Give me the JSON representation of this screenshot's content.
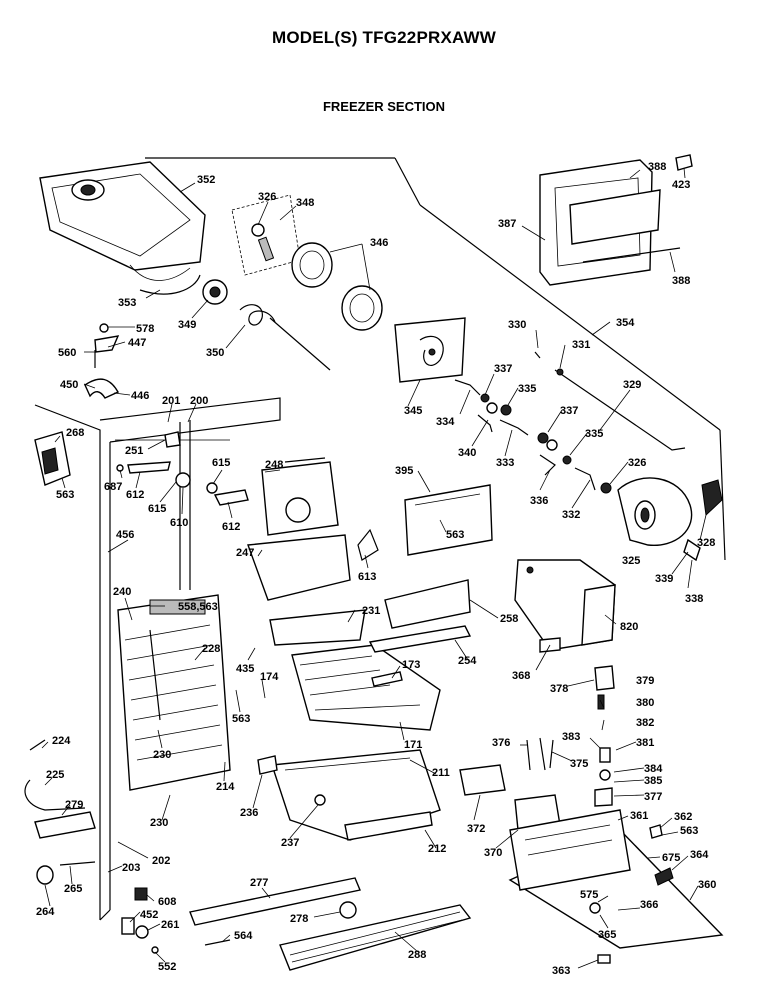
{
  "header": {
    "title": "MODEL(S) TFG22PRXAWW",
    "section": "FREEZER SECTION"
  },
  "parts": {
    "p352": "352",
    "p326a": "326",
    "p348": "348",
    "p346": "346",
    "p353": "353",
    "p349": "349",
    "p350": "350",
    "p578": "578",
    "p447": "447",
    "p560": "560",
    "p450": "450",
    "p446": "446",
    "p201": "201",
    "p200": "200",
    "p268": "268",
    "p251": "251",
    "p687": "687",
    "p612a": "612",
    "p615a": "615",
    "p615b": "615",
    "p610": "610",
    "p612b": "612",
    "p248": "248",
    "p563a": "563",
    "p456": "456",
    "p247": "247",
    "p613": "613",
    "p240": "240",
    "p558": "558,563",
    "p228": "228",
    "p231": "231",
    "p435": "435",
    "p174": "174",
    "p563b": "563",
    "p230a": "230",
    "p224": "224",
    "p225": "225",
    "p279": "279",
    "p230b": "230",
    "p214": "214",
    "p236": "236",
    "p237": "237",
    "p202": "202",
    "p203": "203",
    "p265": "265",
    "p264": "264",
    "p608": "608",
    "p452": "452",
    "p261": "261",
    "p564": "564",
    "p552": "552",
    "p277": "277",
    "p278": "278",
    "p288": "288",
    "p211": "211",
    "p212": "212",
    "p173": "173",
    "p171": "171",
    "p258": "258",
    "p254": "254",
    "p395": "395",
    "p563c": "563",
    "p345": "345",
    "p334": "334",
    "p337a": "337",
    "p340": "340",
    "p335a": "335",
    "p333": "333",
    "p337b": "337",
    "p335b": "335",
    "p336": "336",
    "p332": "332",
    "p326b": "326",
    "p325": "325",
    "p330": "330",
    "p331": "331",
    "p354": "354",
    "p329": "329",
    "p328": "328",
    "p339": "339",
    "p338": "338",
    "p387": "387",
    "p388a": "388",
    "p388b": "388",
    "p423": "423",
    "p820": "820",
    "p368": "368",
    "p378": "378",
    "p379": "379",
    "p380": "380",
    "p382": "382",
    "p383": "383",
    "p381": "381",
    "p376": "376",
    "p375": "375",
    "p384": "384",
    "p385": "385",
    "p377": "377",
    "p372": "372",
    "p361": "361",
    "p362": "362",
    "p563d": "563",
    "p370": "370",
    "p675": "675",
    "p364": "364",
    "p360": "360",
    "p575": "575",
    "p366": "366",
    "p365": "365",
    "p363": "363"
  }
}
